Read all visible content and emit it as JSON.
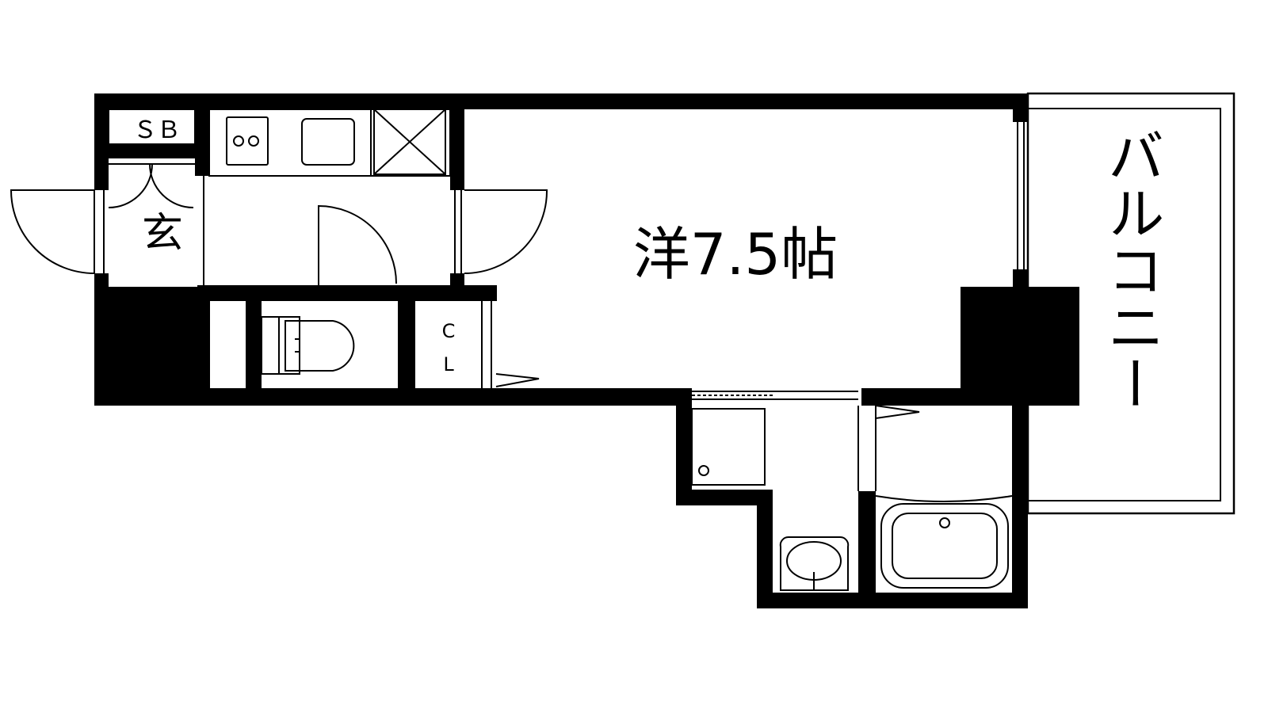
{
  "rooms": {
    "shoe_box": "ＳＢ",
    "entrance": "玄",
    "western_room": "洋7.5帖",
    "closet_line1": "C",
    "closet_line2": "L",
    "balcony": "バルコニー"
  },
  "colors": {
    "wall": "#000000",
    "line": "#000000",
    "background": "#ffffff"
  },
  "icons": [
    "stove-icon",
    "sink-icon",
    "refrigerator-space-icon",
    "toilet-icon",
    "washbasin-icon",
    "bathtub-icon",
    "washing-machine-pan-icon",
    "door-swing-icon",
    "sliding-door-icon",
    "window-icon"
  ]
}
